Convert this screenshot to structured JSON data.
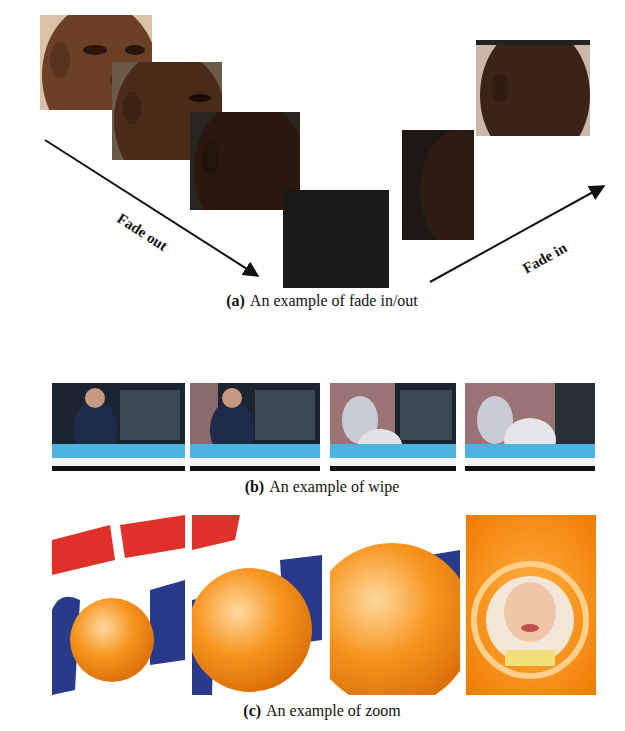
{
  "diagram": {
    "labels": [
      "Fade out",
      "Fade in",
      "(a)",
      "An example of fade in/out",
      "(b)",
      "An example of wipe",
      "(c)",
      "An example of zoom"
    ]
  }
}
